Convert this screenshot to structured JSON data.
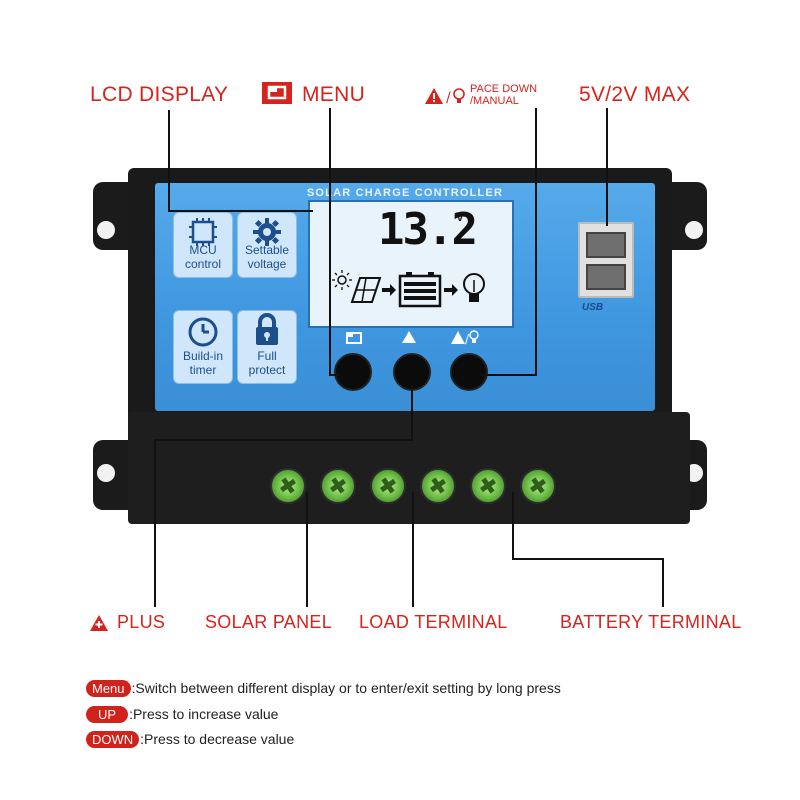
{
  "callouts": {
    "lcd_display": "LCD DISPLAY",
    "menu": "MENU",
    "pace_down": "PACE DOWN",
    "manual": "/MANUAL",
    "usb_max": "5V/2V MAX",
    "plus": "PLUS",
    "solar_panel": "SOLAR PANEL",
    "load_terminal": "LOAD TERMINAL",
    "battery_terminal": "BATTERY TERMINAL"
  },
  "device": {
    "title": "SOLAR CHARGE CONTROLLER",
    "features": [
      {
        "line1": "MCU",
        "line2": "control",
        "icon": "chip-icon"
      },
      {
        "line1": "Settable",
        "line2": "voltage",
        "icon": "gear-icon"
      },
      {
        "line1": "Build-in",
        "line2": "timer",
        "icon": "clock-icon"
      },
      {
        "line1": "Full",
        "line2": "protect",
        "icon": "lock-icon"
      }
    ],
    "lcd": {
      "value": "13.2",
      "unit": "v"
    },
    "usb_label": "USB"
  },
  "legend": [
    {
      "key": "Menu",
      "text": ":Switch between different display or to enter/exit setting by long press"
    },
    {
      "key": "UP",
      "text": ":Press to increase value"
    },
    {
      "key": "DOWN",
      "text": ":Press to decrease value"
    }
  ],
  "colors": {
    "accent_red": "#d8231c",
    "panel_blue": "#4aa0e6",
    "terminal_green": "#66b842"
  }
}
